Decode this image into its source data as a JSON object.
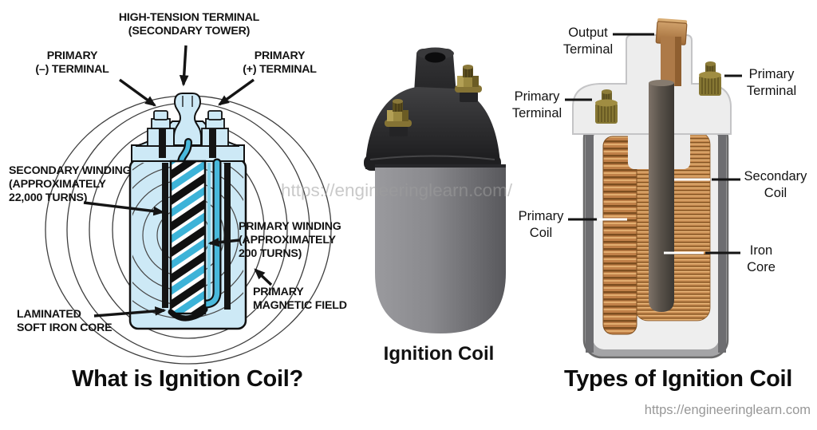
{
  "left_panel": {
    "title": "What is Ignition Coil?",
    "labels": {
      "high_tension_terminal": "HIGH-TENSION TERMINAL\n(SECONDARY TOWER)",
      "primary_negative_terminal": "PRIMARY\n(–) TERMINAL",
      "primary_positive_terminal": "PRIMARY\n(+) TERMINAL",
      "secondary_winding": "SECONDARY WINDING\n(APPROXIMATELY\n22,000 TURNS)",
      "primary_winding": "PRIMARY WINDING\n(APPROXIMATELY\n200 TURNS)",
      "primary_magnetic_field": "PRIMARY\nMAGNETIC FIELD",
      "laminated_soft_iron_core": "LAMINATED\nSOFT IRON CORE"
    }
  },
  "middle_panel": {
    "caption": "Ignition Coil"
  },
  "right_panel": {
    "title": "Types of Ignition Coil",
    "labels": {
      "output_terminal": "Output\nTerminal",
      "primary_terminal_left": "Primary\nTerminal",
      "primary_terminal_right": "Primary\nTerminal",
      "secondary_coil": "Secondary\nCoil",
      "primary_coil": "Primary\nCoil",
      "iron_core": "Iron\nCore"
    }
  },
  "watermarks": {
    "center": "https://engineeringlearn.com/",
    "bottom_right": "https://engineeringlearn.com"
  },
  "colors": {
    "diagram_body_blue": "#cde9f6",
    "winding_cyan": "#3db3d8",
    "copper_coil": "#c68a50",
    "brass_terminal": "#9a8840",
    "iron_core_gray": "#554e47",
    "coil_cap_black": "#2a2a2c",
    "coil_body_gray": "#88888c"
  }
}
